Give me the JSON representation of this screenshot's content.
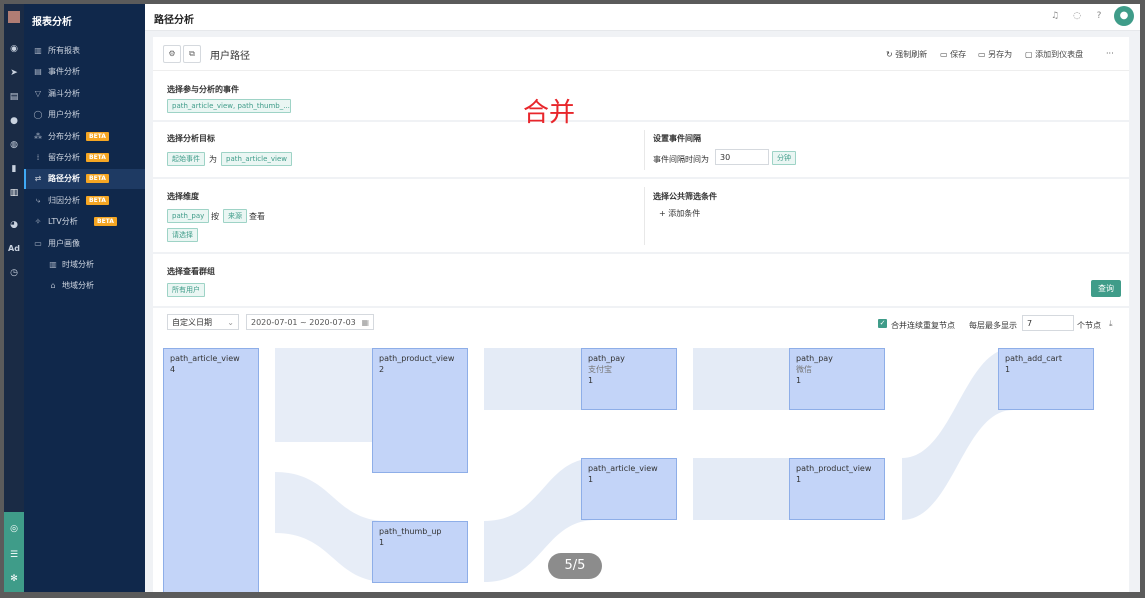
{
  "nav": {
    "section_title": "报表分析",
    "items": [
      {
        "label": "所有报表",
        "icon": "chart-icon",
        "beta": false
      },
      {
        "label": "事件分析",
        "icon": "event-icon",
        "beta": false
      },
      {
        "label": "漏斗分析",
        "icon": "funnel-icon",
        "beta": false
      },
      {
        "label": "用户分析",
        "icon": "user-icon",
        "beta": false
      },
      {
        "label": "分布分析",
        "icon": "distribution-icon",
        "beta": true
      },
      {
        "label": "留存分析",
        "icon": "retention-icon",
        "beta": true
      },
      {
        "label": "路径分析",
        "icon": "path-icon",
        "beta": true,
        "active": true
      },
      {
        "label": "归因分析",
        "icon": "attribution-icon",
        "beta": true
      },
      {
        "label": "LTV分析",
        "icon": "ltv-icon",
        "beta": true
      },
      {
        "label": "用户画像",
        "icon": "portrait-icon",
        "beta": false
      },
      {
        "label": "时域分析",
        "icon": "time-icon",
        "beta": false,
        "sub": true
      },
      {
        "label": "地域分析",
        "icon": "region-icon",
        "beta": false,
        "sub": true
      }
    ],
    "beta_label": "BETA",
    "rail_ad": "Ad"
  },
  "topbar": {
    "page_title": "路径分析"
  },
  "header": {
    "report_name": "用户路径",
    "actions": [
      "强制刷新",
      "保存",
      "另存为",
      "添加到仪表盘"
    ],
    "more": "···"
  },
  "events": {
    "title": "选择参与分析的事件",
    "selected": "path_article_view, path_thumb_..."
  },
  "overlay": {
    "merge_text": "合并"
  },
  "target": {
    "title": "选择分析目标",
    "role": "起始事件",
    "as": "为",
    "event": "path_article_view"
  },
  "interval": {
    "title": "设置事件间隔",
    "label": "事件间隔时间为",
    "value": "30",
    "unit": "分钟"
  },
  "dimension": {
    "title": "选择维度",
    "field": "path_pay",
    "by": "按",
    "attr": "来源",
    "view": "查看",
    "select": "请选择"
  },
  "filter": {
    "title": "选择公共筛选条件",
    "add": "添加条件"
  },
  "group": {
    "title": "选择查看群组",
    "value": "所有用户",
    "query_button": "查询"
  },
  "toolbar": {
    "date_mode": "自定义日期",
    "date_range": "2020-07-01 ~ 2020-07-03",
    "merge_label": "合并连续重复节点",
    "max_label": "每层最多显示",
    "max_value": "7",
    "max_unit": "个节点"
  },
  "sankey": {
    "nodes": [
      {
        "id": "n0",
        "col": 0,
        "name": "path_article_view",
        "sub": "",
        "value": "4"
      },
      {
        "id": "n1",
        "col": 1,
        "name": "path_product_view",
        "sub": "",
        "value": "2"
      },
      {
        "id": "n2",
        "col": 1,
        "name": "path_thumb_up",
        "sub": "",
        "value": "1"
      },
      {
        "id": "n3",
        "col": 2,
        "name": "path_pay",
        "sub": "支付宝",
        "value": "1"
      },
      {
        "id": "n4",
        "col": 2,
        "name": "path_article_view",
        "sub": "",
        "value": "1"
      },
      {
        "id": "n5",
        "col": 3,
        "name": "path_pay",
        "sub": "微信",
        "value": "1"
      },
      {
        "id": "n6",
        "col": 3,
        "name": "path_product_view",
        "sub": "",
        "value": "1"
      },
      {
        "id": "n7",
        "col": 4,
        "name": "path_add_cart",
        "sub": "",
        "value": "1"
      }
    ]
  },
  "pager": {
    "text": "5/5"
  },
  "colors": {
    "accent": "#3f9c89",
    "nav_bg": "#10284b",
    "node": "#c3d4f8",
    "link": "#dde6f4",
    "beta": "#f5a623",
    "overlay": "#e8262b"
  }
}
